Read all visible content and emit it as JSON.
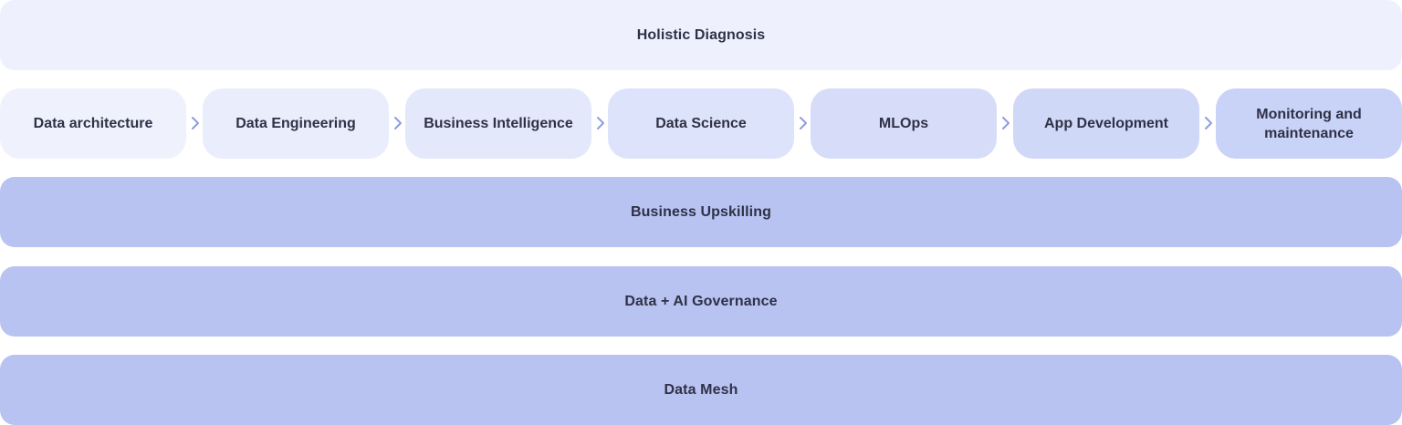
{
  "colors": {
    "top_band": "#eef1fd",
    "bottom_bands": "#b8c3f2",
    "arrow": "#8e9de0",
    "text": "#2f3146",
    "steps": [
      "#eff2fd",
      "#e9edfc",
      "#e3e8fb",
      "#dde3fa",
      "#d7ddf9",
      "#d0d8f8",
      "#c9d2f7"
    ]
  },
  "top_band": {
    "label": "Holistic Diagnosis"
  },
  "steps": [
    {
      "label": "Data architecture"
    },
    {
      "label": "Data Engineering"
    },
    {
      "label": "Business Intelligence"
    },
    {
      "label": "Data Science"
    },
    {
      "label": "MLOps"
    },
    {
      "label": "App Development"
    },
    {
      "label": "Monitoring and maintenance"
    }
  ],
  "arrow_icon": "chevron-right-icon",
  "bottom_bands": [
    {
      "label": "Business Upskilling"
    },
    {
      "label": "Data + AI Governance"
    },
    {
      "label": "Data Mesh"
    }
  ]
}
